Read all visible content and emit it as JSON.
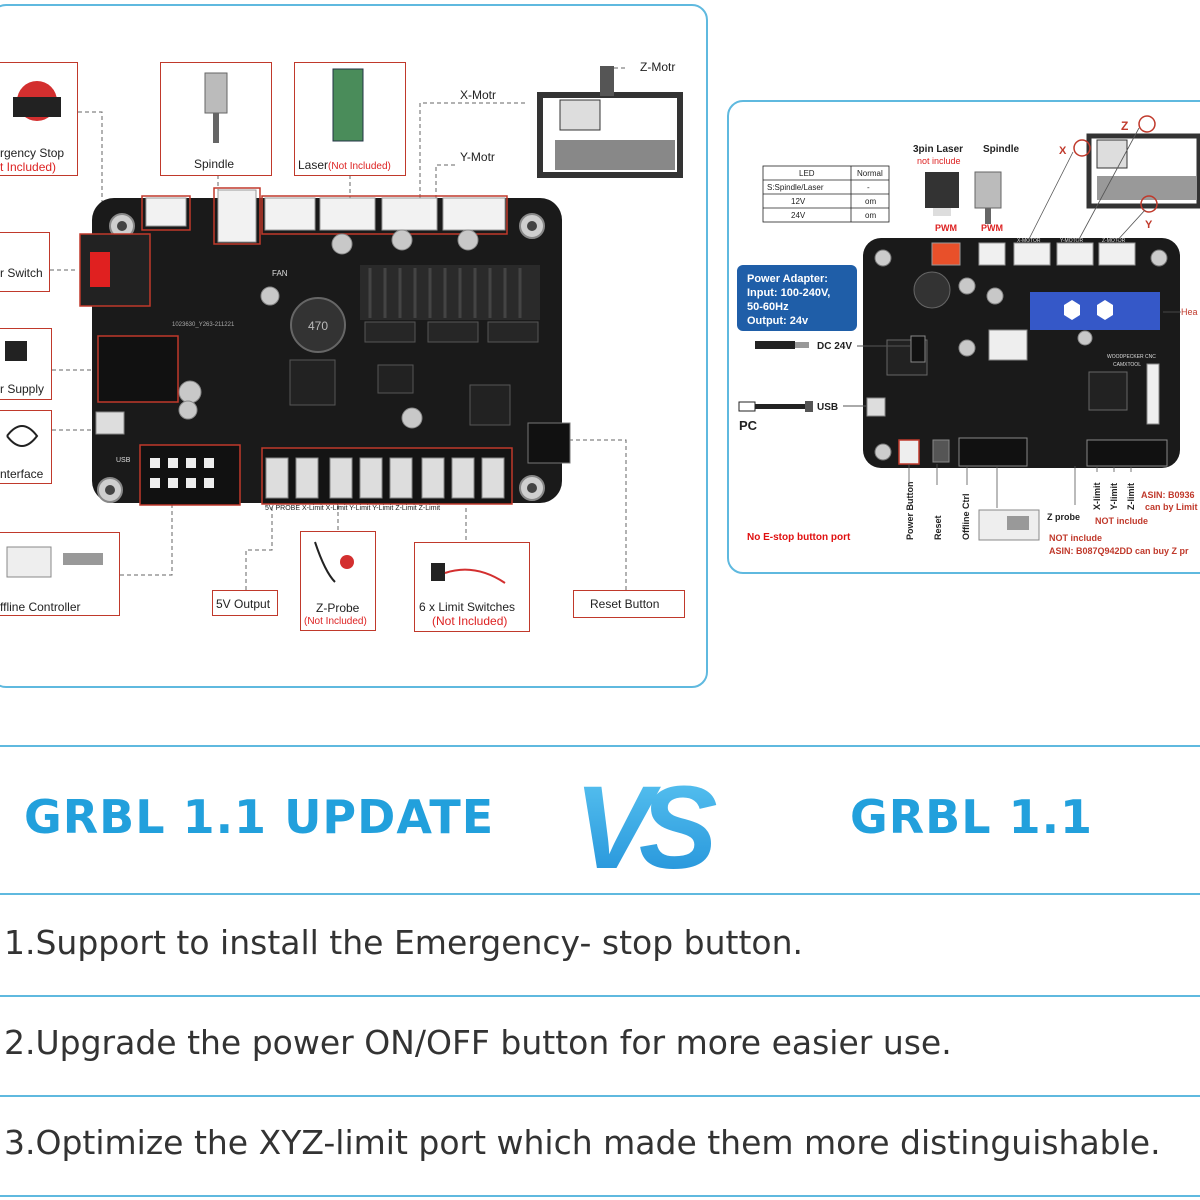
{
  "left_diagram": {
    "labels": {
      "emergency_stop": "rgency Stop",
      "emergency_stop_note": "t Included)",
      "spindle": "Spindle",
      "laser": "Laser",
      "laser_note": "(Not Included)",
      "x_motor": "X-Motr",
      "y_motor": "Y-Motr",
      "z_motor": "Z-Motr",
      "power_switch": "r Switch",
      "power_supply": "r Supply",
      "interface": "nterface",
      "offline_controller": "ffline Controller",
      "five_v_output": "5V Output",
      "z_probe": "Z-Probe",
      "z_probe_note": "(Not Included)",
      "limit_switches": "6 x Limit Switches",
      "limit_switches_note": "(Not Included)",
      "reset_button": "Reset Button"
    },
    "board_marks": {
      "fan": "FAN",
      "usb": "USB",
      "inductor": "470",
      "serial": "1023630_Y263-211221",
      "bottom_header": "5V  PROBE  X-Limit  X-Limit  Y-Limit  Y-Limit  Z-Limit  Z-Limit"
    }
  },
  "right_diagram": {
    "labels": {
      "laser_3pin": "3pin Laser",
      "laser_note": "not include",
      "spindle": "Spindle",
      "pwm_1": "PWM",
      "pwm_2": "PWM",
      "x_axis": "X",
      "y_axis": "Y",
      "z_axis": "Z",
      "heat": "Hea",
      "power_adapter": [
        "Power Adapter:",
        "Input: 100-240V,",
        "50-60Hz",
        "Output: 24v"
      ],
      "dc": "DC 24V",
      "usb": "USB",
      "pc": "PC",
      "no_estop": "No E-stop button port",
      "power_button": "Power Button",
      "reset": "Reset",
      "offline_ctrl": "Offline Ctrl",
      "z_probe": "Z probe",
      "x_limit": "X-limit",
      "y_limit": "Y-limit",
      "z_limit": "Z-limit",
      "not_include_1": "NOT include",
      "not_include_2": "NOT include",
      "asin_1": "ASIN: B0936",
      "asin_1_note": "can by Limit",
      "asin_2": "ASIN: B087Q942DD  can buy Z pr"
    },
    "led_table": {
      "headers": [
        "LED",
        "Normal"
      ],
      "rows": [
        [
          "S:Spindle/Laser",
          "-"
        ],
        [
          "12V",
          "om"
        ],
        [
          "24V",
          "om"
        ]
      ]
    },
    "board_marks": {
      "brand": "WOODPECKER CNC",
      "sub": "CAMXTOOL",
      "x_motor": "X-MOTOR",
      "y_motor": "Y-MOTOR",
      "z_motor": "Z-MOTOR"
    }
  },
  "comparison": {
    "left_title": "GRBL 1.1 UPDATE",
    "vs": "VS",
    "right_title": "GRBL 1.1"
  },
  "features": [
    "1.Support to install the Emergency- stop button.",
    "2.Upgrade the power ON/OFF button for more easier use.",
    "3.Optimize the XYZ-limit port which made them more distinguishable."
  ],
  "colors": {
    "accent_blue": "#22a0dc",
    "border_blue": "#5fb9df",
    "callout_red": "#c0392b",
    "board_black": "#1a1a1a"
  }
}
